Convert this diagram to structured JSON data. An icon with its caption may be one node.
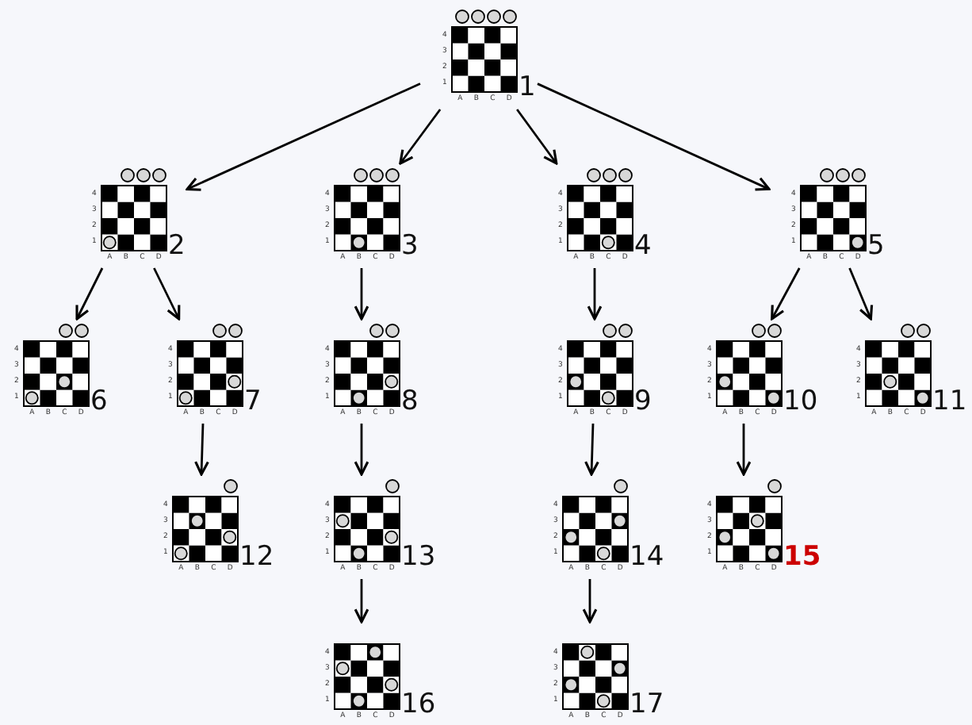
{
  "diagram": {
    "nodes": [
      {
        "text": [
          "1"
        ],
        "beside": [
          "4",
          "3",
          "2",
          "1",
          "A",
          "B",
          "C",
          "D"
        ]
      },
      {
        "text": [
          "2"
        ],
        "beside": [
          "4",
          "3",
          "2",
          "1",
          "A",
          "B",
          "C",
          "D"
        ]
      },
      {
        "text": [
          "3"
        ],
        "beside": [
          "4",
          "3",
          "2",
          "1",
          "A",
          "B",
          "C",
          "D"
        ]
      },
      {
        "text": [
          "4"
        ],
        "beside": [
          "4",
          "3",
          "2",
          "1",
          "A",
          "B",
          "C",
          "D"
        ]
      },
      {
        "text": [
          "5"
        ],
        "beside": [
          "4",
          "3",
          "2",
          "1",
          "A",
          "B",
          "C",
          "D"
        ]
      },
      {
        "text": [
          "6"
        ],
        "beside": [
          "4",
          "3",
          "2",
          "1",
          "A",
          "B",
          "C",
          "D"
        ]
      },
      {
        "text": [
          "7"
        ],
        "beside": [
          "4",
          "3",
          "2",
          "1",
          "A",
          "B",
          "C",
          "D"
        ]
      },
      {
        "text": [
          "8"
        ],
        "beside": [
          "4",
          "3",
          "2",
          "1",
          "A",
          "B",
          "C",
          "D"
        ]
      },
      {
        "text": [
          "9"
        ],
        "beside": [
          "4",
          "3",
          "2",
          "1",
          "A",
          "B",
          "C",
          "D"
        ]
      },
      {
        "text": [
          "10"
        ],
        "beside": [
          "4",
          "3",
          "2",
          "1",
          "A",
          "B",
          "C",
          "D"
        ]
      },
      {
        "text": [
          "11"
        ],
        "beside": [
          "4",
          "3",
          "2",
          "1",
          "A",
          "B",
          "C",
          "D"
        ]
      },
      {
        "text": [
          "12"
        ],
        "beside": [
          "4",
          "3",
          "2",
          "1",
          "A",
          "B",
          "C",
          "D"
        ]
      },
      {
        "text": [
          "13"
        ],
        "beside": [
          "4",
          "3",
          "2",
          "1",
          "A",
          "B",
          "C",
          "D"
        ]
      },
      {
        "text": [
          "14"
        ],
        "beside": [
          "4",
          "3",
          "2",
          "1",
          "A",
          "B",
          "C",
          "D"
        ]
      },
      {
        "text": [
          "15"
        ],
        "beside": [
          "4",
          "3",
          "2",
          "1",
          "A",
          "B",
          "C",
          "D"
        ]
      },
      {
        "text": [
          "16"
        ],
        "beside": [
          "4",
          "3",
          "2",
          "1",
          "A",
          "B",
          "C",
          "D"
        ]
      },
      {
        "text": [
          "17"
        ],
        "beside": [
          "4",
          "3",
          "2",
          "1",
          "A",
          "B",
          "C",
          "D"
        ]
      }
    ],
    "edges": [
      {
        "from": 0,
        "to": 1,
        "arrow": "to"
      },
      {
        "from": 0,
        "to": 2,
        "arrow": "to"
      },
      {
        "from": 0,
        "to": 3,
        "arrow": "to"
      },
      {
        "from": 0,
        "to": 4,
        "arrow": "to"
      },
      {
        "from": 1,
        "to": 5,
        "arrow": "to"
      },
      {
        "from": 1,
        "to": 6,
        "arrow": "to"
      },
      {
        "from": 2,
        "to": 7,
        "arrow": "to"
      },
      {
        "from": 3,
        "to": 8,
        "arrow": "to"
      },
      {
        "from": 4,
        "to": 9,
        "arrow": "to"
      },
      {
        "from": 4,
        "to": 10,
        "arrow": "to"
      },
      {
        "from": 6,
        "to": 11,
        "arrow": "to"
      },
      {
        "from": 7,
        "to": 12,
        "arrow": "to"
      },
      {
        "from": 8,
        "to": 13,
        "arrow": "to"
      },
      {
        "from": 9,
        "to": 14,
        "arrow": "to"
      },
      {
        "from": 12,
        "to": 15,
        "arrow": "to"
      },
      {
        "from": 13,
        "to": 16,
        "arrow": "to"
      }
    ]
  }
}
